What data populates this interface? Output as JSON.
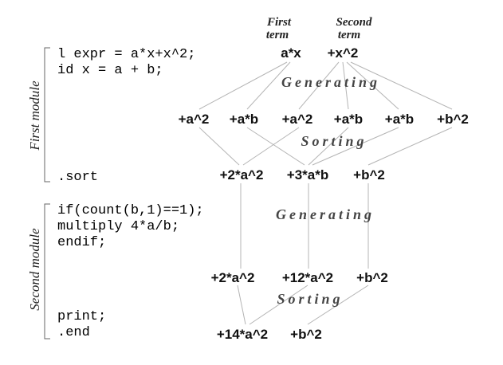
{
  "headers": {
    "first_term": [
      "First",
      "term"
    ],
    "second_term": [
      "Second",
      "term"
    ]
  },
  "modules": {
    "first": "First module",
    "second": "Second module"
  },
  "code": {
    "first_module": [
      "l expr = a*x+x^2;",
      "id x = a + b;"
    ],
    "sort": ".sort",
    "second_module": [
      "if(count(b,1)==1);",
      "multiply 4*a/b;",
      "endif;"
    ],
    "print": "print;",
    "end": ".end"
  },
  "phases": {
    "generating_1": "Generating",
    "sorting_1": "Sorting",
    "generating_2": "Generating",
    "sorting_2": "Sorting"
  },
  "terms": {
    "input": [
      "a*x",
      "+x^2"
    ],
    "generated": [
      "+a^2",
      "+a*b",
      "+a^2",
      "+a*b",
      "+a*b",
      "+b^2"
    ],
    "sorted": [
      "+2*a^2",
      "+3*a*b",
      "+b^2"
    ],
    "multiplied": [
      "+2*a^2",
      "+12*a^2",
      "+b^2"
    ],
    "final": [
      "+14*a^2",
      "+b^2"
    ]
  }
}
